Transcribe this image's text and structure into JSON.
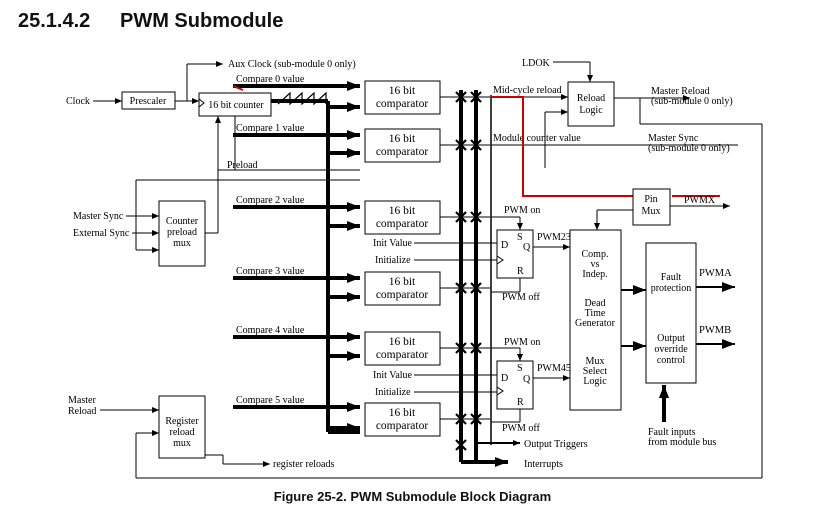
{
  "section": {
    "number": "25.1.4.2",
    "title": "PWM Submodule"
  },
  "caption": "Figure 25-2. PWM Submodule Block Diagram",
  "diagram": {
    "blocks": {
      "prescaler": "Prescaler",
      "counter": "16 bit counter",
      "counter_preload_mux": [
        "Counter",
        "preload",
        "mux"
      ],
      "register_reload_mux": [
        "Register",
        "reload",
        "mux"
      ],
      "comparator": [
        "16 bit",
        "comparator"
      ],
      "reload_logic": [
        "Reload",
        "Logic"
      ],
      "pin_mux": [
        "Pin",
        "Mux"
      ],
      "ff_d": "D",
      "ff_s": "S",
      "ff_q": "Q",
      "ff_r": "R",
      "deadtime": [
        "Comp.",
        "vs",
        "Indep.",
        "Dead",
        "Time",
        "Generator",
        "Mux",
        "Select",
        "Logic"
      ],
      "fault": [
        "Fault",
        "protection",
        "Output",
        "override",
        "control"
      ]
    },
    "labels": {
      "clock": "Clock",
      "aux_clock": "Aux Clock (sub-module 0 only)",
      "compare0": "Compare 0 value",
      "compare1": "Compare 1 value",
      "compare2": "Compare 2 value",
      "compare3": "Compare 3 value",
      "compare4": "Compare 4 value",
      "compare5": "Compare 5 value",
      "preload": "Preload",
      "master_sync_in": "Master Sync",
      "external_sync": "External Sync",
      "master_reload_in": [
        "Master",
        "Reload"
      ],
      "ldok": "LDOK",
      "mid_cycle_reload": "Mid-cycle reload",
      "module_counter_value": "Module counter value",
      "master_reload_out": [
        "Master Reload",
        "(sub-module 0 only)"
      ],
      "master_sync_out": [
        "Master Sync",
        "(sub-module 0 only)"
      ],
      "pwmx": "PWMX",
      "pwm_on": "PWM on",
      "pwm_off": "PWM off",
      "init_value": "Init Value",
      "initialize": "Initialize",
      "pwm23": "PWM23",
      "pwm45": "PWM45",
      "pwma": "PWMA",
      "pwmb": "PWMB",
      "fault_inputs": [
        "Fault inputs",
        "from module bus"
      ],
      "output_triggers": "Output Triggers",
      "interrupts": "Interrupts",
      "register_reloads": "register reloads"
    },
    "colors": {
      "highlight_line": "#cc0000",
      "line": "#000000"
    }
  }
}
